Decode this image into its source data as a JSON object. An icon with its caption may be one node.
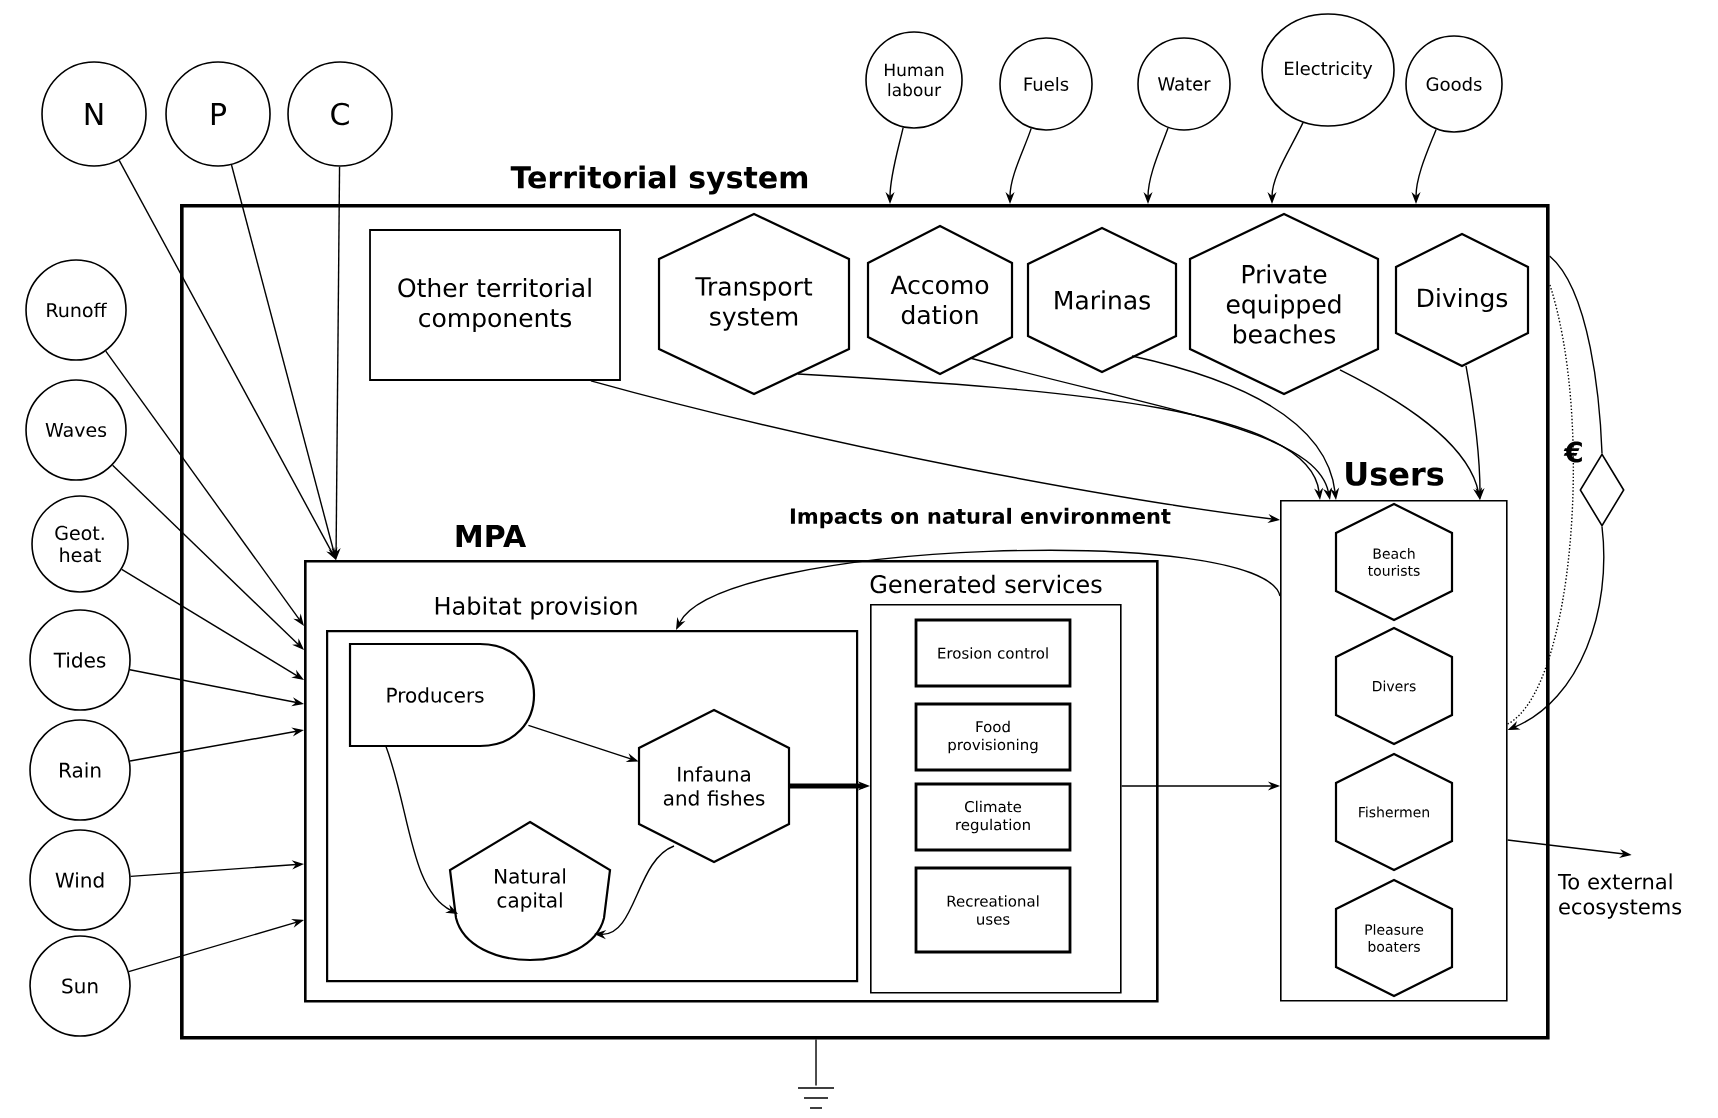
{
  "diagram": {
    "nodes": [
      {
        "text": [
          "Territorial system"
        ]
      },
      {
        "text": [
          "N"
        ]
      },
      {
        "text": [
          "P"
        ]
      },
      {
        "text": [
          "C"
        ]
      },
      {
        "text": [
          "Human labour"
        ]
      },
      {
        "text": [
          "Fuels"
        ]
      },
      {
        "text": [
          "Water"
        ]
      },
      {
        "text": [
          "Electricity"
        ]
      },
      {
        "text": [
          "Goods"
        ]
      },
      {
        "text": [
          "Runoff"
        ]
      },
      {
        "text": [
          "Waves"
        ]
      },
      {
        "text": [
          "Geot. heat"
        ]
      },
      {
        "text": [
          "Tides"
        ]
      },
      {
        "text": [
          "Rain"
        ]
      },
      {
        "text": [
          "Wind"
        ]
      },
      {
        "text": [
          "Sun"
        ]
      },
      {
        "text": [
          "Other territorial components"
        ],
        "in": 0
      },
      {
        "text": [
          "Transport system"
        ],
        "in": 0
      },
      {
        "text": [
          "Accomo dation"
        ],
        "in": 0
      },
      {
        "text": [
          "Marinas"
        ],
        "in": 0
      },
      {
        "text": [
          "Private equipped beaches"
        ],
        "in": 0
      },
      {
        "text": [
          "Divings"
        ],
        "in": 0
      },
      {
        "text": [
          "MPA"
        ],
        "in": 0
      },
      {
        "text": [
          "Habitat provision"
        ],
        "in": 22
      },
      {
        "text": [
          "Producers"
        ],
        "in": 23
      },
      {
        "text": [
          "Infauna and fishes"
        ],
        "in": 23
      },
      {
        "text": [
          "Natural capital"
        ],
        "in": 23
      },
      {
        "text": [
          "Generated services"
        ],
        "in": 22
      },
      {
        "text": [
          "Erosion control"
        ],
        "in": 27
      },
      {
        "text": [
          "Food provisioning"
        ],
        "in": 27
      },
      {
        "text": [
          "Climate regulation"
        ],
        "in": 27
      },
      {
        "text": [
          "Recreational uses"
        ],
        "in": 27
      },
      {
        "text": [
          "Users"
        ],
        "in": 0
      },
      {
        "text": [
          "Beach tourists"
        ],
        "in": 32
      },
      {
        "text": [
          "Divers"
        ],
        "in": 32
      },
      {
        "text": [
          "Fishermen"
        ],
        "in": 32
      },
      {
        "text": [
          "Pleasure boaters"
        ],
        "in": 32
      },
      {
        "text": [],
        "shape": "diamond",
        "beside": [
          "€"
        ]
      },
      {
        "text": [],
        "shape": "ground"
      },
      {
        "text": [
          "To external ecosystems"
        ]
      }
    ],
    "edges": [
      {
        "from": 1,
        "to": 22,
        "arrow": "to"
      },
      {
        "from": 2,
        "to": 22,
        "arrow": "to"
      },
      {
        "from": 3,
        "to": 22,
        "arrow": "to"
      },
      {
        "from": 9,
        "to": 22,
        "arrow": "to"
      },
      {
        "from": 10,
        "to": 22,
        "arrow": "to"
      },
      {
        "from": 11,
        "to": 22,
        "arrow": "to"
      },
      {
        "from": 12,
        "to": 22,
        "arrow": "to"
      },
      {
        "from": 13,
        "to": 22,
        "arrow": "to"
      },
      {
        "from": 14,
        "to": 22,
        "arrow": "to"
      },
      {
        "from": 15,
        "to": 22,
        "arrow": "to"
      },
      {
        "from": 4,
        "to": 0,
        "arrow": "to"
      },
      {
        "from": 5,
        "to": 0,
        "arrow": "to"
      },
      {
        "from": 6,
        "to": 0,
        "arrow": "to"
      },
      {
        "from": 7,
        "to": 0,
        "arrow": "to"
      },
      {
        "from": 8,
        "to": 0,
        "arrow": "to"
      },
      {
        "from": 16,
        "to": 32,
        "arrow": "to"
      },
      {
        "from": 17,
        "to": 32,
        "arrow": "to"
      },
      {
        "from": 18,
        "to": 32,
        "arrow": "to"
      },
      {
        "from": 19,
        "to": 32,
        "arrow": "to"
      },
      {
        "from": 20,
        "to": 32,
        "arrow": "to"
      },
      {
        "from": 21,
        "to": 32,
        "arrow": "to"
      },
      {
        "from": 32,
        "to": 23,
        "arrow": "to",
        "label": "Impacts on natural environment"
      },
      {
        "from": 24,
        "to": 25,
        "arrow": "to"
      },
      {
        "from": 24,
        "to": 26,
        "arrow": "to"
      },
      {
        "from": 25,
        "to": 26,
        "arrow": "to"
      },
      {
        "from": 25,
        "to": 27,
        "arrow": "to",
        "style": "thick"
      },
      {
        "from": 27,
        "to": 32,
        "arrow": "to"
      },
      {
        "from": 32,
        "to": 39,
        "arrow": "to"
      },
      {
        "from": 0,
        "to": 37,
        "arrow": "none"
      },
      {
        "from": 37,
        "to": 32,
        "arrow": "to"
      },
      {
        "from": 32,
        "to": 0,
        "arrow": "none",
        "style": "dashed"
      },
      {
        "from": 0,
        "to": 38,
        "arrow": "none"
      }
    ]
  }
}
